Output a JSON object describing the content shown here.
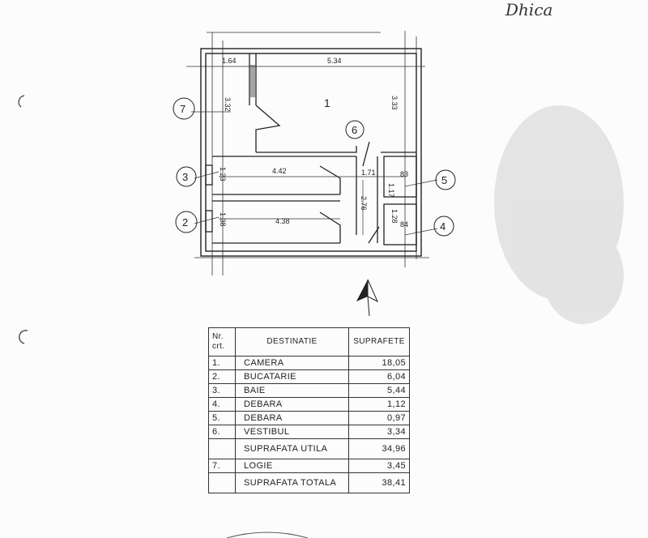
{
  "signature": "Dhica",
  "plan": {
    "dimensions": {
      "top_left": "1.64",
      "top_main": "5.34",
      "left_vertical": "3.32",
      "right_vertical": "3.33",
      "bath_width": "4.42",
      "bath_height": "1.23",
      "hall_width": "1.71",
      "small_a": "83",
      "small_b": "1.17",
      "kitchen_width": "4.38",
      "kitchen_height": "1.38",
      "hall_length": "2.76",
      "small_c": "1.28",
      "small_d": "84"
    },
    "room_numbers": {
      "room_1": "1",
      "circle_7": "7",
      "circle_6": "6",
      "circle_3": "3",
      "circle_5": "5",
      "circle_2": "2",
      "circle_4": "4"
    }
  },
  "table": {
    "header": {
      "nr_line1": "Nr.",
      "nr_line2": "crt.",
      "destination": "DESTINATIE",
      "surfaces": "SUPRAFETE"
    },
    "rows": [
      {
        "nr": "1.",
        "dest": "CAMERA",
        "val": "18,05"
      },
      {
        "nr": "2.",
        "dest": "BUCATARIE",
        "val": "6,04"
      },
      {
        "nr": "3.",
        "dest": "BAIE",
        "val": "5,44"
      },
      {
        "nr": "4.",
        "dest": "DEBARA",
        "val": "1,12"
      },
      {
        "nr": "5.",
        "dest": "DEBARA",
        "val": "0,97"
      },
      {
        "nr": "6.",
        "dest": "VESTIBUL",
        "val": "3,34"
      }
    ],
    "useful_label": "SUPRAFATA UTILA",
    "useful_value": "34,96",
    "loggia": {
      "nr": "7.",
      "dest": "LOGIE",
      "val": "3,45"
    },
    "total_label": "SUPRAFATA TOTALA",
    "total_value": "38,41"
  }
}
